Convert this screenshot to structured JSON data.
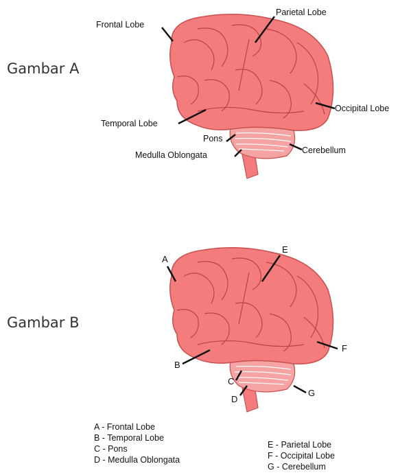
{
  "diagram_a": {
    "title": "Gambar A",
    "labels": {
      "frontal": "Frontal Lobe",
      "parietal": "Parietal Lobe",
      "occipital": "Occipital Lobe",
      "temporal": "Temporal Lobe",
      "pons": "Pons",
      "medulla": "Medulla Oblongata",
      "cerebellum": "Cerebellum"
    }
  },
  "diagram_b": {
    "title": "Gambar B",
    "letters": {
      "a": "A",
      "b": "B",
      "c": "C",
      "d": "D",
      "e": "E",
      "f": "F",
      "g": "G"
    },
    "legend": [
      "A - Frontal Lobe",
      "B - Temporal Lobe",
      "C - Pons",
      "D - Medulla Oblongata",
      "E - Parietal Lobe",
      "F - Occipital Lobe",
      "G - Cerebellum"
    ]
  },
  "colors": {
    "cerebrum_fill": "#f47c7c",
    "cerebrum_stroke": "#c94e4e",
    "cerebellum_fill": "#f5a3a3",
    "leader_line": "#111111"
  }
}
